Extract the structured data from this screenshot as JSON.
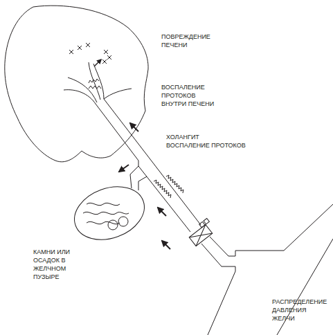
{
  "diagram": {
    "labels": [
      "ПОВРЕЖДЕНИЕ ПЕЧЕНИ",
      "ВОСПАЛЕНИЕ ПРОТОКОВ ВНУТРИ ПЕЧЕНИ",
      "ХОЛАНГИТ",
      "ВОСПАЛЕНИЕ ПРОТОКОВ",
      "КАМНИ ИЛИ ОСАДОК В ЖЕЛЧНОМ ПУЗЫРЕ",
      "РАСПРЕДЕЛЕНИЕ ДАВЛЕНИЯ ЖЕЛЧИ"
    ]
  }
}
